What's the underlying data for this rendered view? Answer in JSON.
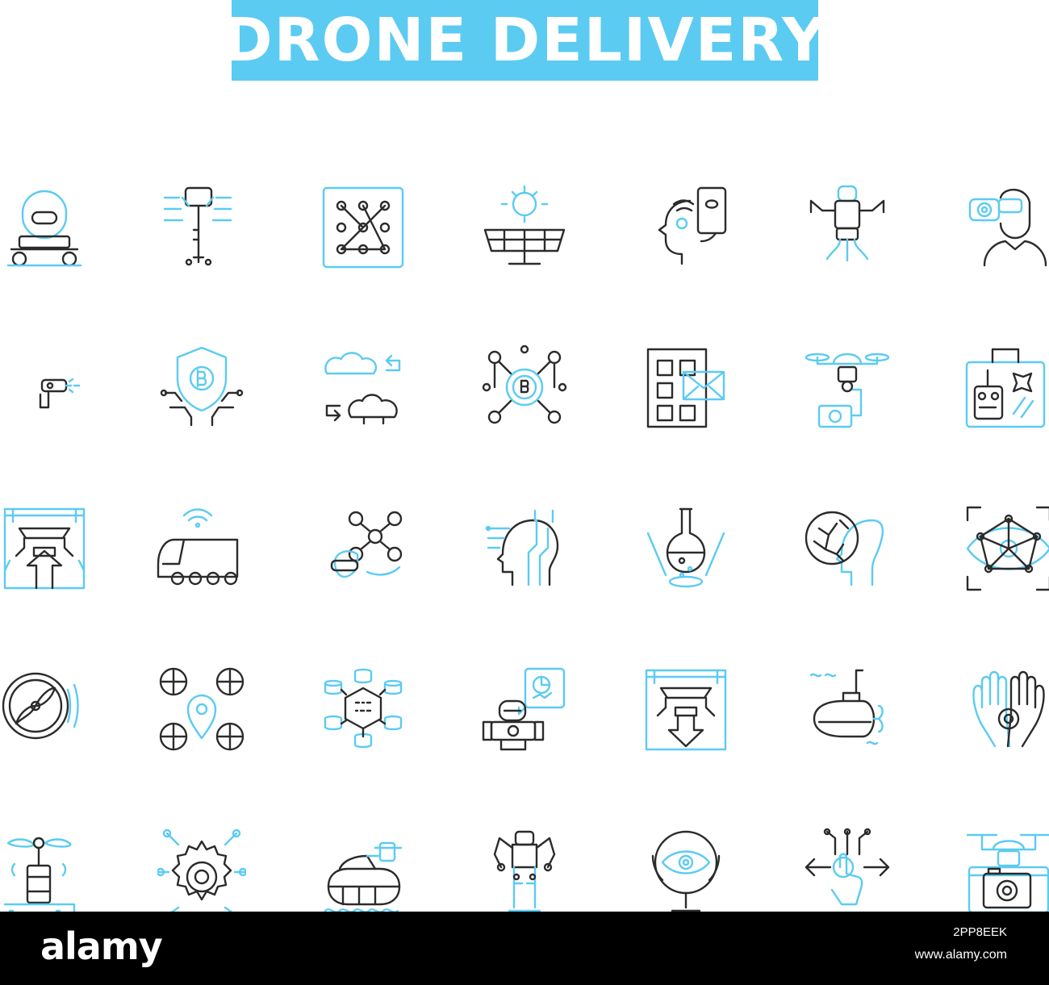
{
  "title": "DRONE DELIVERY",
  "colors": {
    "accent": "#5bcbf2",
    "ink": "#2b2b2b",
    "footer_bg": "#000000"
  },
  "icons": [
    [
      "robot-on-wheels-icon",
      "digital-key-icon",
      "pattern-lock-icon",
      "solar-panel-monitor-icon",
      "head-with-smartphone-icon",
      "drone-with-claws-icon",
      "vr-headset-person-icon"
    ],
    [
      "ray-gun-icon",
      "bitcoin-shield-icon",
      "brain-clouds-icon",
      "bitcoin-network-icon",
      "document-with-envelope-icon",
      "drone-with-camera-icon",
      "remote-control-case-icon"
    ],
    [
      "robotic-gripper-up-icon",
      "autonomous-truck-icon",
      "drone-with-vr-headset-icon",
      "digital-head-icon",
      "flask-icon",
      "brain-in-head-icon",
      "eye-network-scan-icon"
    ],
    [
      "propeller-icon",
      "quadcopter-location-icon",
      "data-network-icon",
      "robot-with-chart-icon",
      "robotic-gripper-down-icon",
      "submarine-icon",
      "hands-holding-gear-icon"
    ],
    [
      "rotor-motor-icon",
      "circuit-gear-icon",
      "amphibious-tank-icon",
      "robot-exoskeleton-icon",
      "eye-mirror-icon",
      "touch-arrows-icon",
      "drone-with-photo-camera-icon"
    ]
  ],
  "footer": {
    "logo": "alamy",
    "image_id": "2PP8EEK",
    "url": "www.alamy.com"
  }
}
